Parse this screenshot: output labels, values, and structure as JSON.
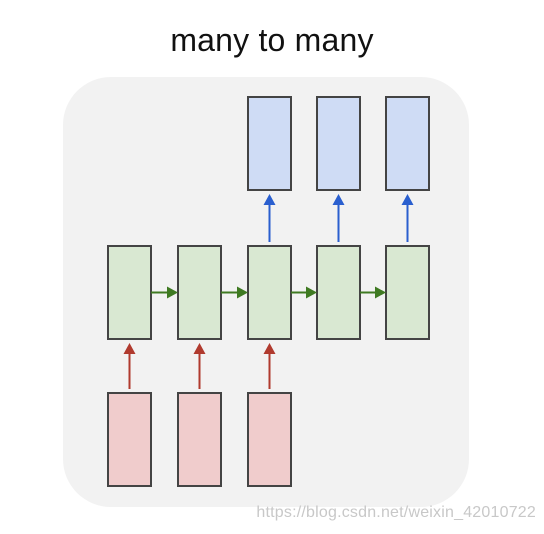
{
  "title": "many to many",
  "watermark": "https://blog.csdn.net/weixin_42010722",
  "colors": {
    "panel": "#f2f2f2",
    "input_fill": "#f0cccc",
    "hidden_fill": "#d9e8d2",
    "output_fill": "#cfdcf5",
    "box_stroke": "#444444",
    "input_arrow": "#b03a2e",
    "recurrent_arrow": "#3f7a22",
    "output_arrow": "#2a5fcf"
  },
  "structure": {
    "hidden_steps": 5,
    "input_steps": [
      0,
      1,
      2
    ],
    "output_steps": [
      2,
      3,
      4
    ]
  }
}
